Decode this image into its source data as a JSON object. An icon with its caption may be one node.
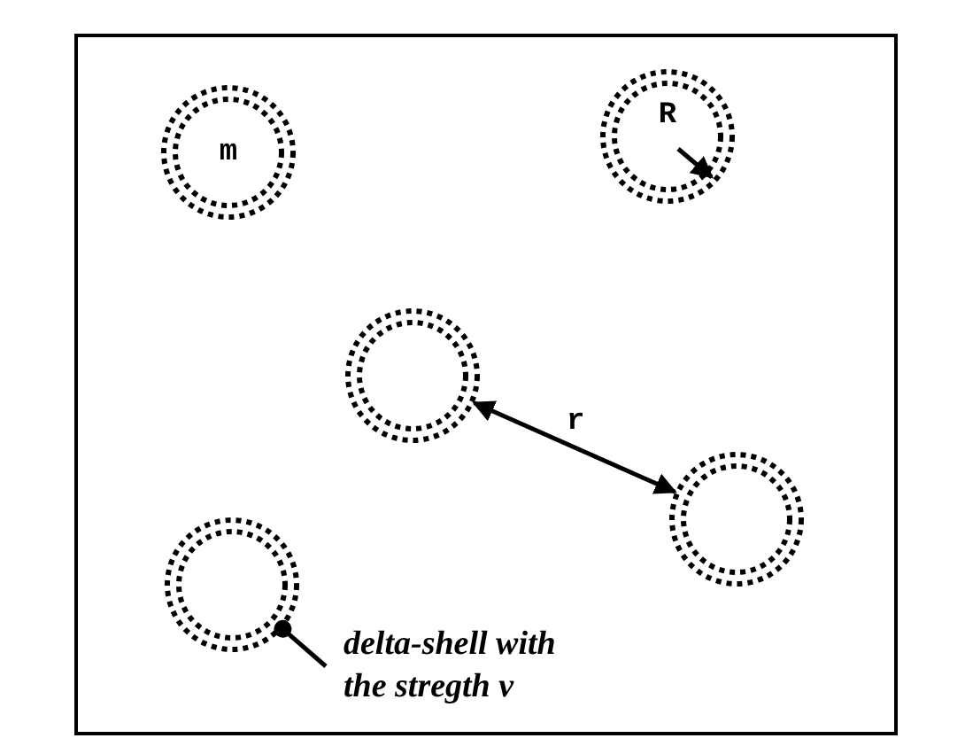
{
  "diagram": {
    "nodes": [
      {
        "text": [
          "m"
        ]
      },
      {
        "text": [
          "R"
        ]
      },
      {
        "text": [],
        "shape": "circle"
      },
      {
        "text": [],
        "shape": "circle"
      },
      {
        "text": [],
        "shape": "circle"
      },
      {
        "text": [
          "delta-shell with the stregth v"
        ]
      }
    ],
    "edges": [
      {
        "from": 5,
        "to": 4,
        "arrow": "other"
      },
      {
        "from": 2,
        "to": 3,
        "arrow": "both",
        "label": "r"
      }
    ]
  }
}
